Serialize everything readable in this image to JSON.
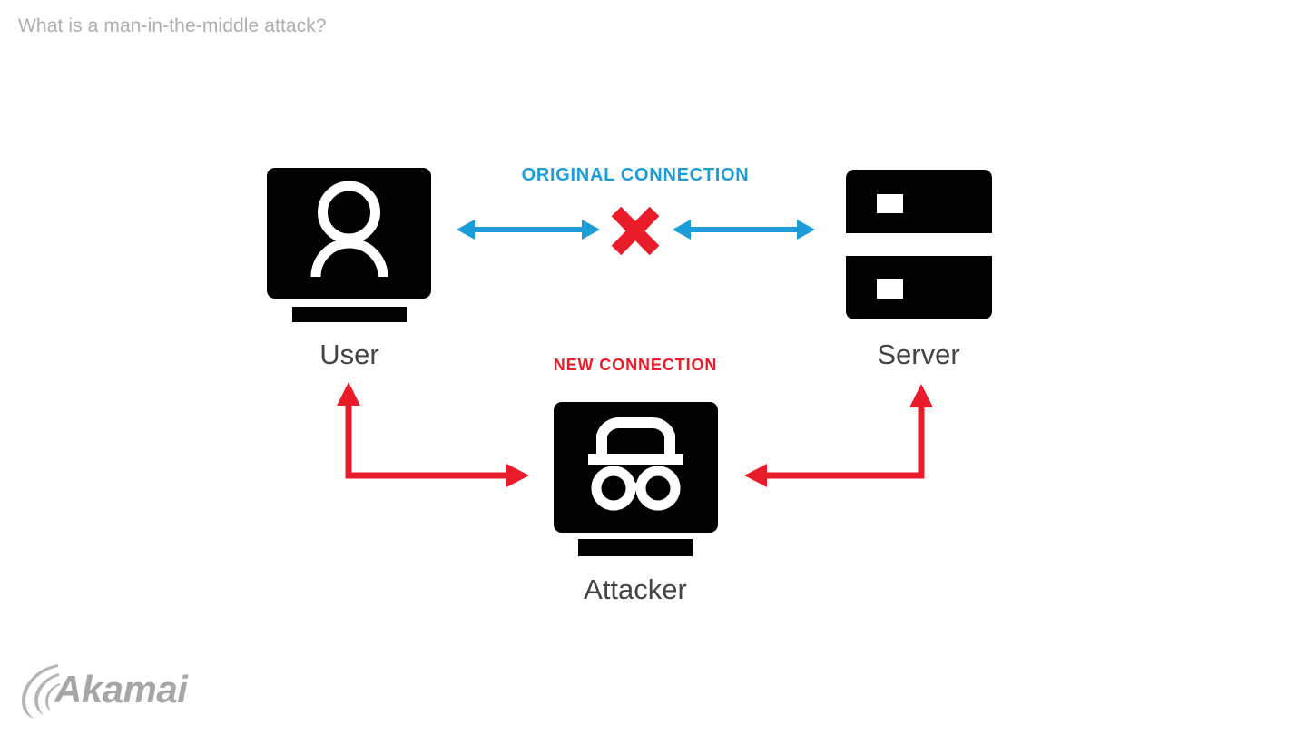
{
  "slide": {
    "title": "What is a man-in-the-middle attack?",
    "title_color": "#aeaeae",
    "background": "#ffffff"
  },
  "colors": {
    "accent_blue": "#1a9dd9",
    "accent_red": "#eb1c29",
    "icon_black": "#000000",
    "label_gray": "#444444",
    "logo_gray": "#a6a6a6"
  },
  "diagram": {
    "type": "man-in-the-middle-attack",
    "nodes": [
      {
        "id": "user",
        "label": "User",
        "icon": "monitor-person-icon"
      },
      {
        "id": "server",
        "label": "Server",
        "icon": "server-rack-icon"
      },
      {
        "id": "attacker",
        "label": "Attacker",
        "icon": "monitor-incognito-icon"
      }
    ],
    "connections": [
      {
        "id": "original",
        "label": "ORIGINAL CONNECTION",
        "color": "#1a9dd9",
        "style": "bidirectional-arrows",
        "blocked": true,
        "blocked_marker": "red-x-icon"
      },
      {
        "id": "new",
        "label": "NEW CONNECTION",
        "color": "#eb1c29",
        "style": "elbow-arrows",
        "blocked": false
      }
    ]
  },
  "logo": {
    "name": "Akamai",
    "wordmark": "Akamai"
  }
}
